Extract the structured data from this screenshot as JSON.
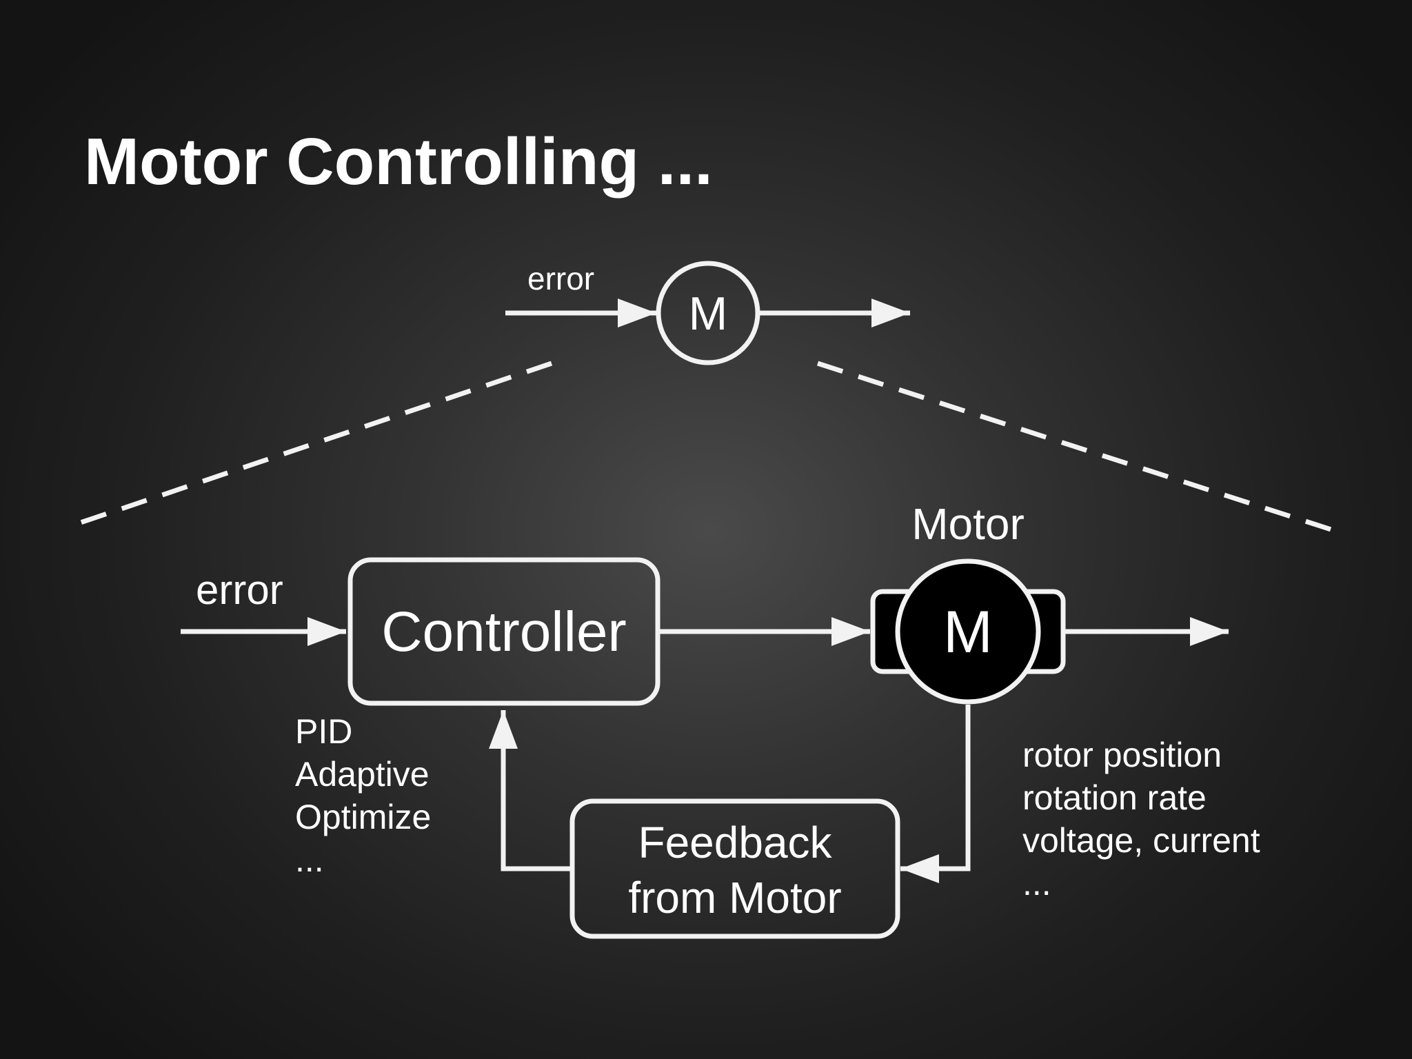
{
  "slide": {
    "title": "Motor Controlling ..."
  },
  "top_diagram": {
    "input_label": "error",
    "motor_symbol": "M"
  },
  "bottom_diagram": {
    "input_label": "error",
    "controller_label": "Controller",
    "controller_methods": [
      "PID",
      "Adaptive",
      "Optimize",
      "..."
    ],
    "motor_title": "Motor",
    "motor_symbol": "M",
    "feedback_line1": "Feedback",
    "feedback_line2": "from Motor",
    "feedback_signals": [
      "rotor position",
      "rotation rate",
      "voltage, current",
      "..."
    ]
  },
  "colors": {
    "foreground": "#f2f2f2",
    "motor_fill": "#000000"
  }
}
